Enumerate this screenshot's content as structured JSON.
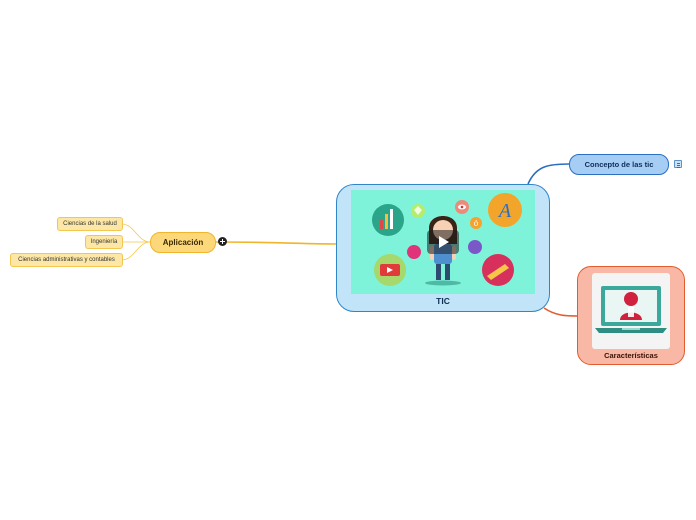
{
  "central": {
    "label": "TIC"
  },
  "branches": {
    "aplicacion": {
      "label": "Aplicación",
      "children": [
        "Ciencias de la salud",
        "Ingeniería",
        "Ciencias administrativas y contables"
      ]
    },
    "concepto": {
      "label": "Concepto de las tic"
    },
    "caracteristicas": {
      "label": "Características"
    }
  },
  "colors": {
    "aplicacion": "#f0b52a",
    "concepto": "#2a6fc0",
    "caracteristicas": "#e35c30",
    "central": "#2f86c8"
  },
  "icons": {
    "toggle": "collapse-toggle-icon",
    "notes": "notes-icon",
    "video": "play-icon"
  }
}
